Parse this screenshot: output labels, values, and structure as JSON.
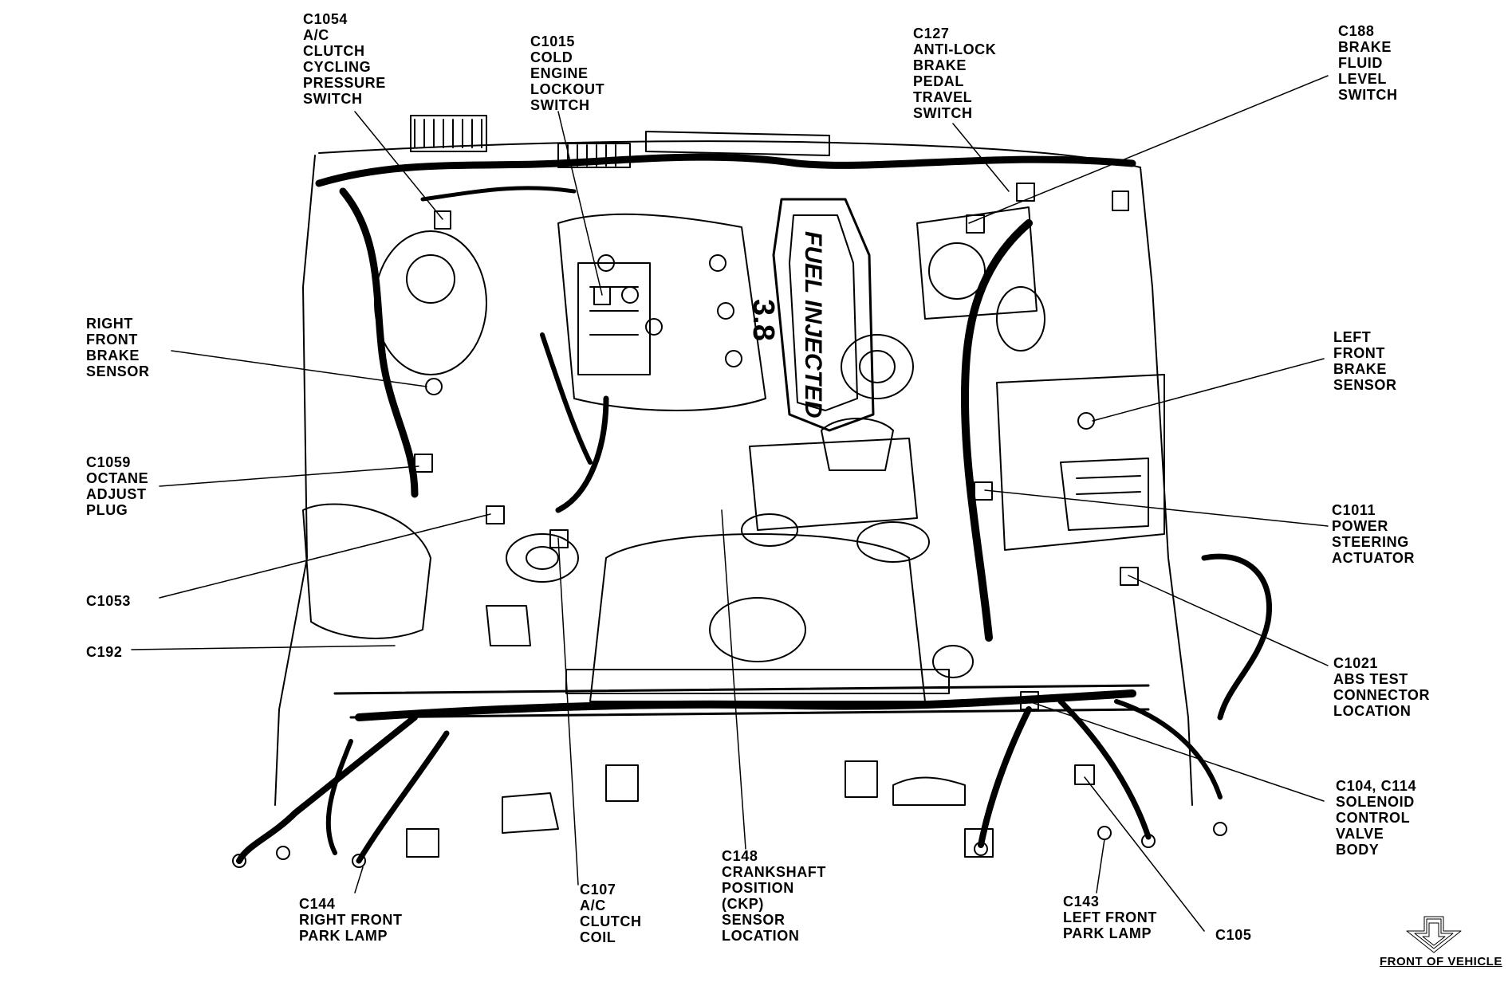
{
  "diagram": {
    "labels": [
      {
        "id": "c1054",
        "lines": [
          "C1054",
          "A/C",
          "CLUTCH",
          "CYCLING",
          "PRESSURE",
          "SWITCH"
        ]
      },
      {
        "id": "c1015",
        "lines": [
          "C1015",
          "COLD",
          "ENGINE",
          "LOCKOUT",
          "SWITCH"
        ]
      },
      {
        "id": "c127",
        "lines": [
          "C127",
          "ANTI-LOCK",
          "BRAKE",
          "PEDAL",
          "TRAVEL",
          "SWITCH"
        ]
      },
      {
        "id": "c188",
        "lines": [
          "C188",
          "BRAKE",
          "FLUID",
          "LEVEL",
          "SWITCH"
        ]
      },
      {
        "id": "rfbs",
        "lines": [
          "RIGHT",
          "FRONT",
          "BRAKE",
          "SENSOR"
        ]
      },
      {
        "id": "lfbs",
        "lines": [
          "LEFT",
          "FRONT",
          "BRAKE",
          "SENSOR"
        ]
      },
      {
        "id": "c1059",
        "lines": [
          "C1059",
          "OCTANE",
          "ADJUST",
          "PLUG"
        ]
      },
      {
        "id": "c1011",
        "lines": [
          "C1011",
          "POWER",
          "STEERING",
          "ACTUATOR"
        ]
      },
      {
        "id": "c1053",
        "lines": [
          "C1053"
        ]
      },
      {
        "id": "c192",
        "lines": [
          "C192"
        ]
      },
      {
        "id": "c1021",
        "lines": [
          "C1021",
          "ABS TEST",
          "CONNECTOR",
          "LOCATION"
        ]
      },
      {
        "id": "c104",
        "lines": [
          "C104, C114",
          "SOLENOID",
          "CONTROL",
          "VALVE",
          "BODY"
        ]
      },
      {
        "id": "c148",
        "lines": [
          "C148",
          "CRANKSHAFT",
          "POSITION",
          "(CKP)",
          "SENSOR",
          "LOCATION"
        ]
      },
      {
        "id": "c107",
        "lines": [
          "C107",
          "A/C",
          "CLUTCH",
          "COIL"
        ]
      },
      {
        "id": "c144",
        "lines": [
          "C144",
          "RIGHT  FRONT",
          "PARK  LAMP"
        ]
      },
      {
        "id": "c143",
        "lines": [
          "C143",
          "LEFT  FRONT",
          "PARK  LAMP"
        ]
      },
      {
        "id": "c105",
        "lines": [
          "C105"
        ]
      }
    ],
    "engine_text": "FUEL INJECTED",
    "engine_badge": "3.8",
    "front_of_vehicle": "FRONT OF VEHICLE"
  }
}
